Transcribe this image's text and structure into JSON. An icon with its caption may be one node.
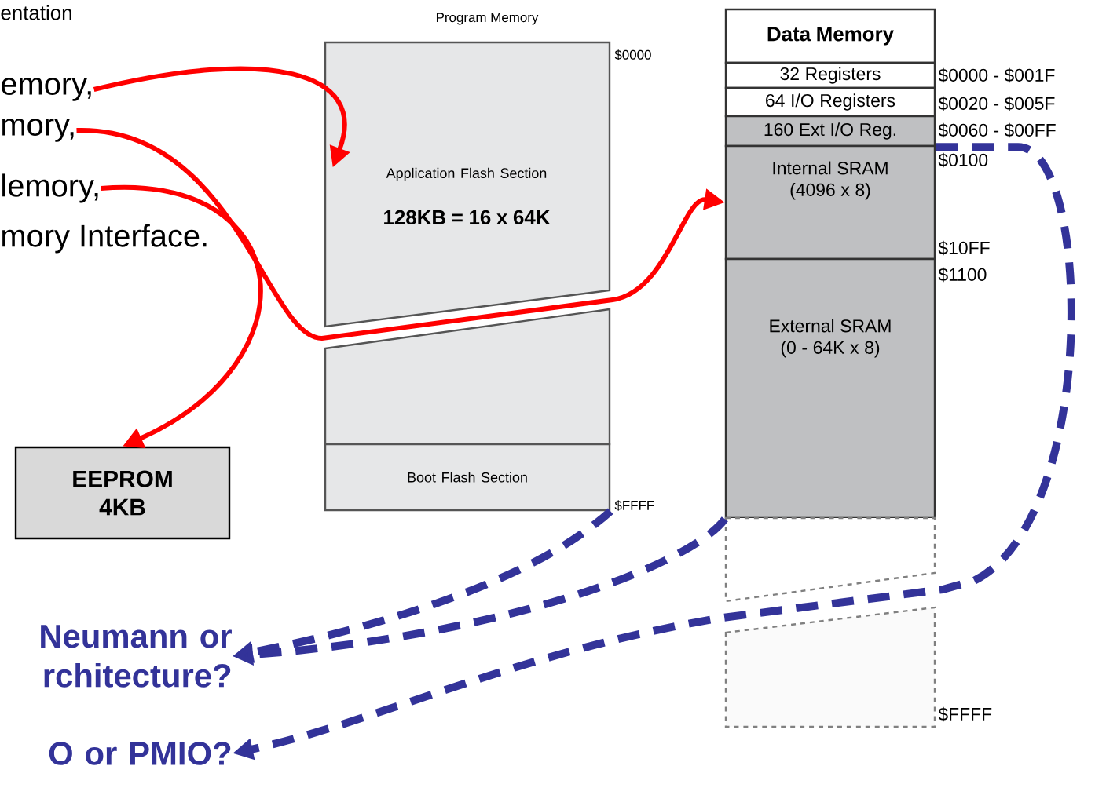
{
  "diagram": {
    "nodes": [
      {
        "text": [
          "emory,"
        ]
      },
      {
        "text": [
          "mory,"
        ]
      },
      {
        "text": [
          "lemory,"
        ]
      },
      {
        "text": [
          "Application Flash Section",
          "128KB = 16 x 64K"
        ]
      },
      {
        "text": [],
        "shape": "box"
      },
      {
        "text": [
          "Boot Flash Section"
        ]
      },
      {
        "text": [
          "Data Memory"
        ]
      },
      {
        "text": [
          "32 Registers"
        ]
      },
      {
        "text": [
          "64 I/O Registers"
        ]
      },
      {
        "text": [
          "160 Ext I/O Reg."
        ]
      },
      {
        "text": [
          "Internal SRAM (4096 x 8)"
        ]
      },
      {
        "text": [
          "External SRAM (0 - 64K x 8)"
        ]
      },
      {
        "text": [],
        "shape": "box"
      },
      {
        "text": [],
        "shape": "box"
      },
      {
        "text": [
          "EEPROM 4KB"
        ]
      },
      {
        "text": [
          "Neumann or rchitecture?"
        ]
      },
      {
        "text": [
          "O or PMIO?"
        ]
      }
    ],
    "edges": [
      {
        "from": 0,
        "to": 3,
        "arrow": "to",
        "color": "#ff0000"
      },
      {
        "from": 1,
        "to": 10,
        "arrow": "to",
        "color": "#ff0000"
      },
      {
        "from": 2,
        "to": 14,
        "arrow": "to",
        "color": "#ff0000"
      },
      {
        "from": 5,
        "to": 15,
        "arrow": "to",
        "style": "dashed",
        "color": "#333399"
      },
      {
        "from": 11,
        "to": 15,
        "arrow": "to",
        "style": "dashed",
        "color": "#333399"
      },
      {
        "from": 9,
        "to": 16,
        "arrow": "to",
        "style": "dashed",
        "color": "#333399"
      }
    ],
    "labels": [
      "entation",
      "mory Interface.",
      "Program Memory",
      "$0000",
      "$FFFF",
      "$0000 - $001F",
      "$0020 - $005F",
      "$0060 - $00FF",
      "$0100",
      "$10FF",
      "$1100",
      "$FFFF"
    ]
  }
}
